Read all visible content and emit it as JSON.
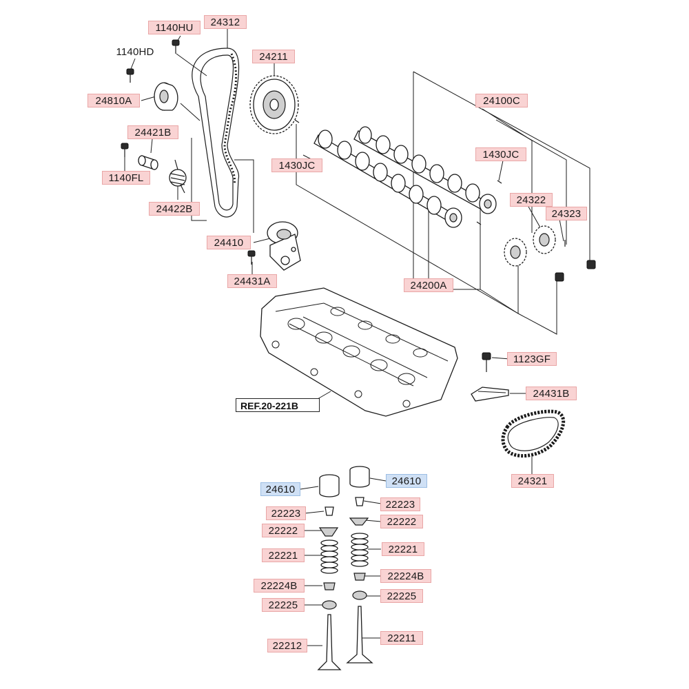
{
  "labels": {
    "l_1140HU": "1140HU",
    "l_24312": "24312",
    "l_1140HD": "1140HD",
    "l_24211": "24211",
    "l_24810A": "24810A",
    "l_24100C": "24100C",
    "l_24421B": "24421B",
    "l_1430JC_right": "1430JC",
    "l_1430JC_left": "1430JC",
    "l_1140FL": "1140FL",
    "l_24322": "24322",
    "l_24323": "24323",
    "l_24422B": "24422B",
    "l_24410": "24410",
    "l_24431A": "24431A",
    "l_24200A": "24200A",
    "l_1123GF": "1123GF",
    "l_24431B": "24431B",
    "l_ref": "REF.20-221B",
    "l_24321": "24321",
    "l_24610_left": "24610",
    "l_24610_right": "24610",
    "l_22223_left": "22223",
    "l_22223_right": "22223",
    "l_22222_right": "22222",
    "l_22222_left": "22222",
    "l_22221_left": "22221",
    "l_22221_right": "22221",
    "l_22224B_right": "22224B",
    "l_22224B_left": "22224B",
    "l_22225_right": "22225",
    "l_22225_left": "22225",
    "l_22211": "22211",
    "l_22212": "22212"
  },
  "colors": {
    "label_fill": "#f9d3d3",
    "label_fill_highlight": "#cfe0f5",
    "line": "#1b1b1b"
  }
}
